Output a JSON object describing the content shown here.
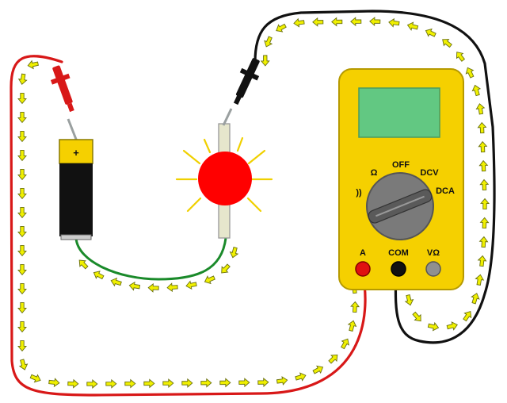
{
  "battery": {
    "plus_label": "+"
  },
  "multimeter": {
    "dial": {
      "off_label": "OFF",
      "ohm_label": "Ω",
      "dcv_label": "DCV",
      "dca_label": "DCA",
      "sound_label": "))"
    },
    "jacks": {
      "a_label": "A",
      "com_label": "COM",
      "vohm_label": "VΩ"
    }
  },
  "colors": {
    "multimeter_body": "#f5d000",
    "multimeter_outline": "#b69a00",
    "screen": "#62c882",
    "knob": "#7a7a7a",
    "red_wire": "#d81818",
    "black_wire": "#111111",
    "green_wire": "#1a8a2a",
    "bulb": "#ff0000",
    "rays": "#f0d000",
    "arrow_fill": "#f0f000",
    "arrow_stroke": "#6a7010",
    "battery_top": "#f5d000",
    "battery_body": "#111111"
  }
}
